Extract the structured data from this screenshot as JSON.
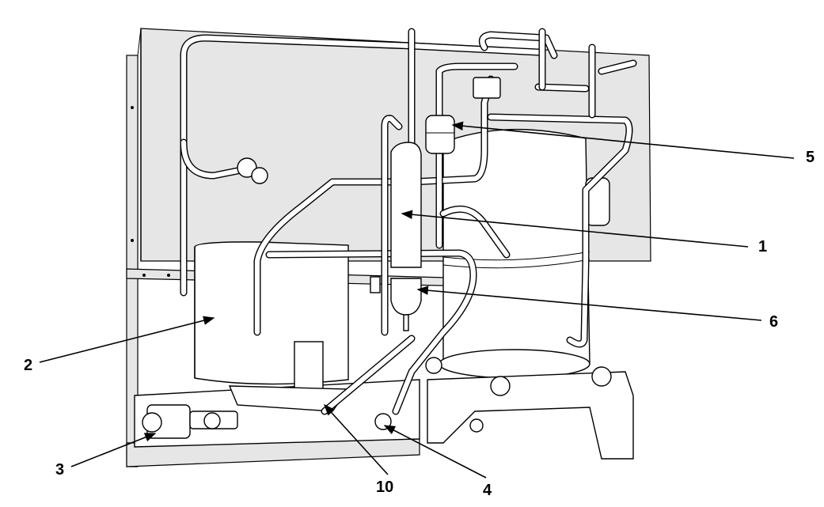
{
  "diagram": {
    "callouts": [
      {
        "id": "c1",
        "label": "1"
      },
      {
        "id": "c2",
        "label": "2"
      },
      {
        "id": "c3",
        "label": "3"
      },
      {
        "id": "c4",
        "label": "4"
      },
      {
        "id": "c5",
        "label": "5"
      },
      {
        "id": "c6",
        "label": "6"
      },
      {
        "id": "c10",
        "label": "10"
      }
    ]
  }
}
